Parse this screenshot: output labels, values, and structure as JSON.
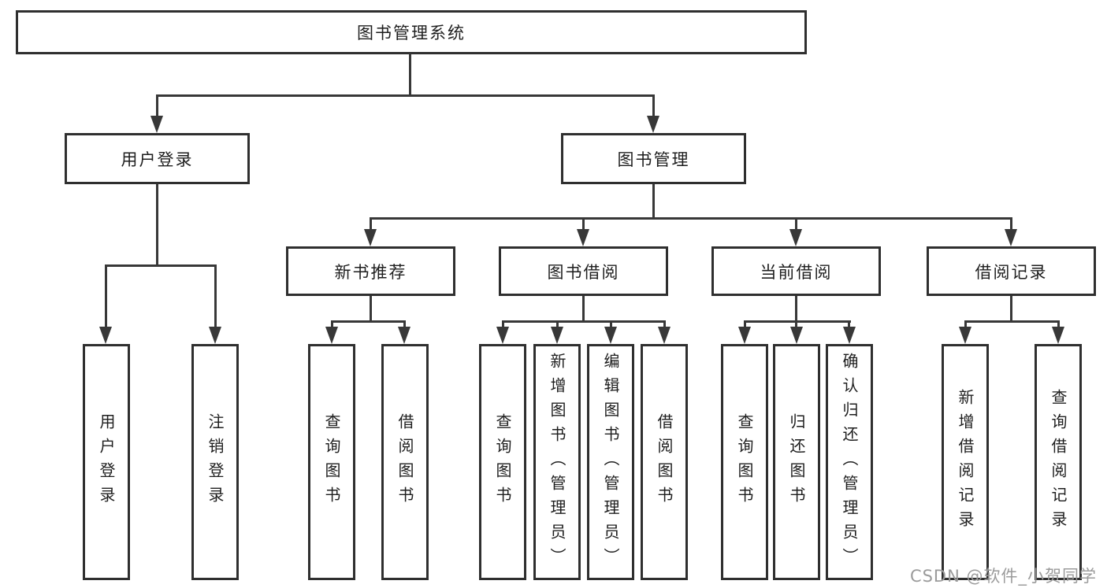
{
  "tree": {
    "label": "图书管理系统",
    "children": [
      {
        "label": "用户登录",
        "children": [
          {
            "label": "用户登录"
          },
          {
            "label": "注销登录"
          }
        ]
      },
      {
        "label": "图书管理",
        "children": [
          {
            "label": "新书推荐",
            "children": [
              {
                "label": "查询图书"
              },
              {
                "label": "借阅图书"
              }
            ]
          },
          {
            "label": "图书借阅",
            "children": [
              {
                "label": "查询图书"
              },
              {
                "label": "新增图书（管理员）"
              },
              {
                "label": "编辑图书（管理员）"
              },
              {
                "label": "借阅图书"
              }
            ]
          },
          {
            "label": "当前借阅",
            "children": [
              {
                "label": "查询图书"
              },
              {
                "label": "归还图书"
              },
              {
                "label": "确认归还（管理员）"
              }
            ]
          },
          {
            "label": "借阅记录",
            "children": [
              {
                "label": "新增借阅记录"
              },
              {
                "label": "查询借阅记录"
              }
            ]
          }
        ]
      }
    ]
  },
  "watermark": "CSDN @软件_小贺同学",
  "colors": {
    "line": "#383838",
    "border": "#2f2f2f",
    "text": "#1e1e1e",
    "watermark": "#9b9b9b",
    "background": "#ffffff"
  }
}
